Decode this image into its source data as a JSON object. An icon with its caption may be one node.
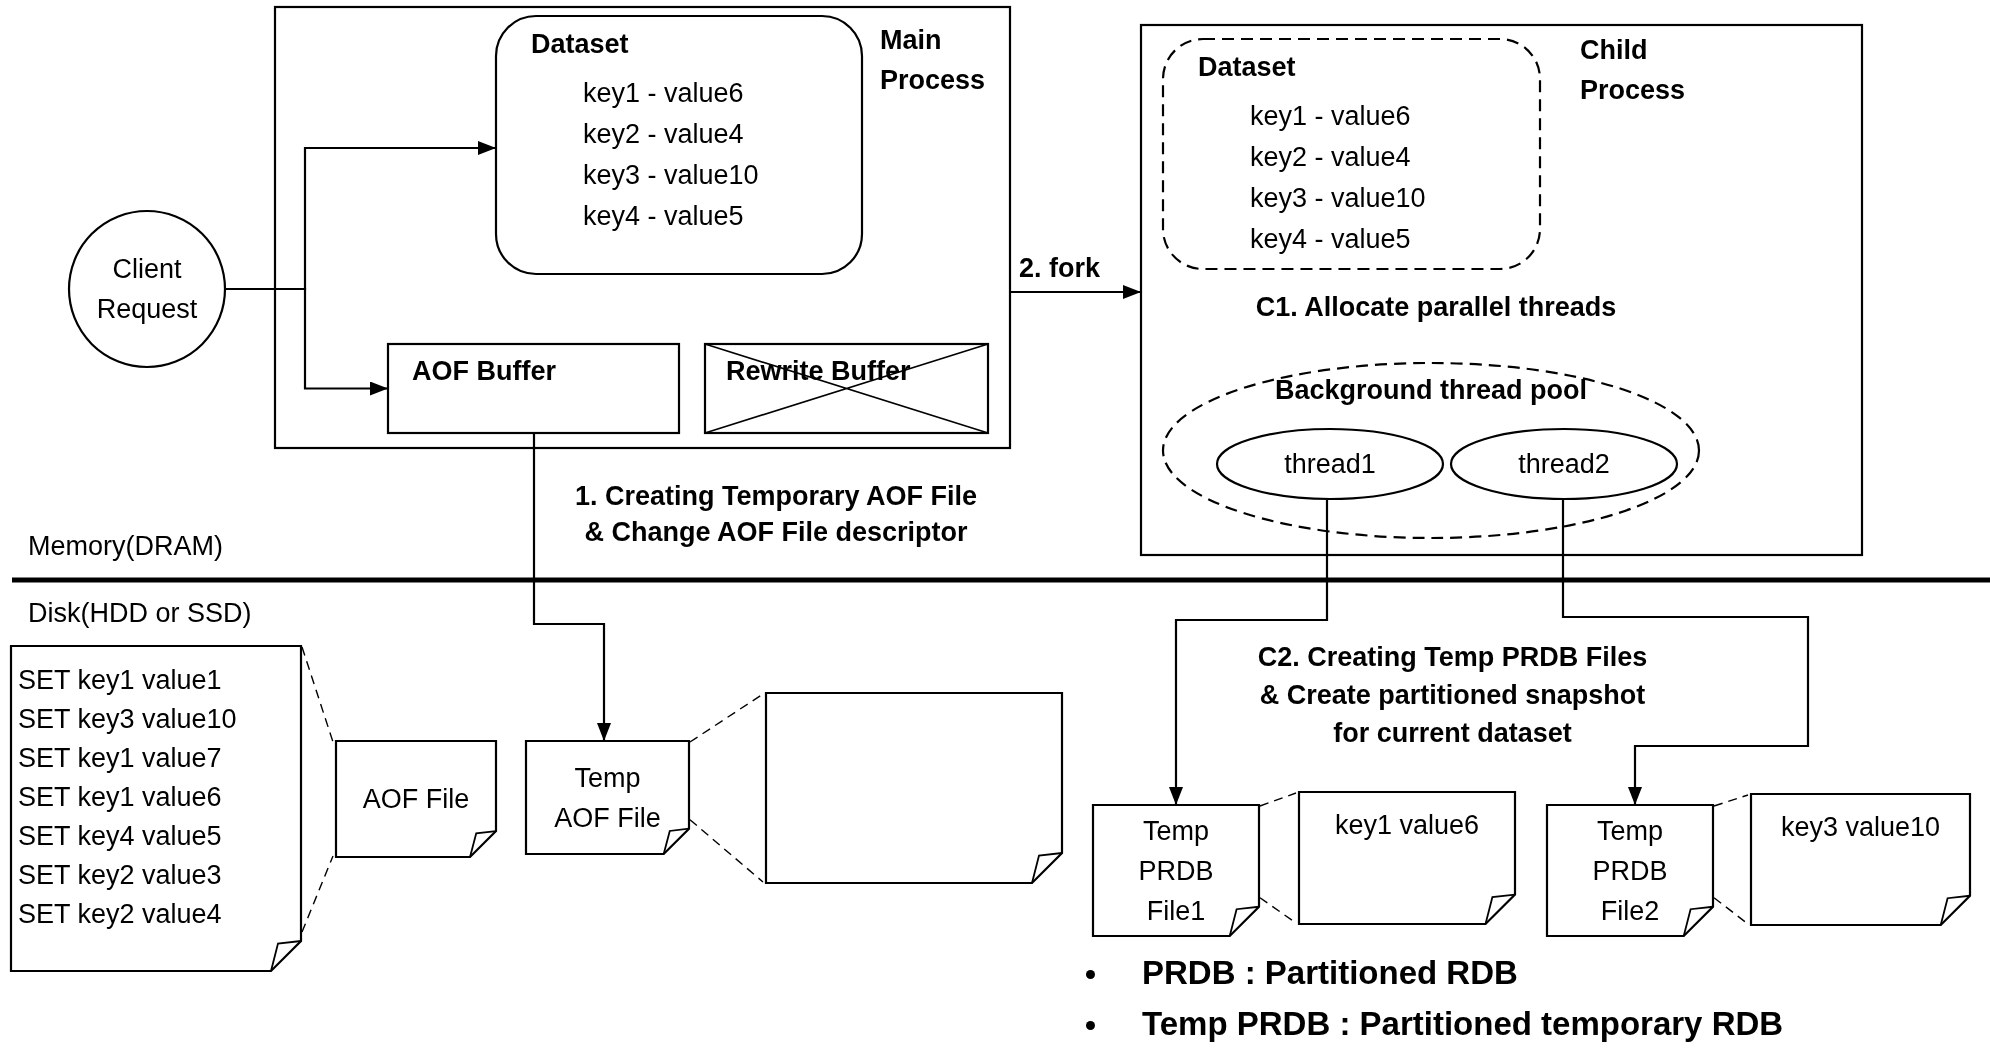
{
  "diagram": {
    "nodes": [
      {
        "text": [
          "Main Process"
        ]
      },
      {
        "text": [
          "Dataset",
          "key1 - value6",
          "key2 - value4",
          "key3 - value10",
          "key4 - value5"
        ],
        "in": 0
      },
      {
        "text": [
          "AOF Buffer"
        ],
        "in": 0
      },
      {
        "text": [
          "Rewrite Buffer"
        ],
        "in": 0
      },
      {
        "text": [
          "Client Request"
        ]
      },
      {
        "text": [
          "Child Process"
        ]
      },
      {
        "text": [
          "Dataset",
          "key1 - value6",
          "key2 - value4",
          "key3 - value10",
          "key4 - value5"
        ],
        "in": 5
      },
      {
        "text": [
          "Background thread pool"
        ],
        "in": 5
      },
      {
        "text": [
          "thread1"
        ],
        "in": 7
      },
      {
        "text": [
          "thread2"
        ],
        "in": 7
      },
      {
        "text": [
          "SET key1 value1",
          "SET key3 value10",
          "SET key1 value7",
          "SET key1 value6",
          "SET key4 value5",
          "SET key2 value3",
          "SET key2 value4"
        ]
      },
      {
        "text": [
          "AOF File"
        ]
      },
      {
        "text": [
          "Temp AOF File"
        ]
      },
      {
        "text": [],
        "shape": "document"
      },
      {
        "text": [
          "Temp PRDB File1"
        ]
      },
      {
        "text": [
          "key1 value6"
        ]
      },
      {
        "text": [
          "Temp PRDB File2"
        ]
      },
      {
        "text": [
          "key3 value10"
        ]
      }
    ],
    "edges": [
      {
        "from": 4,
        "to": 1,
        "arrow": "to"
      },
      {
        "from": 4,
        "to": 2,
        "arrow": "to"
      },
      {
        "from": 0,
        "to": 5,
        "arrow": "to",
        "label": "2. fork"
      },
      {
        "from": 2,
        "to": 12,
        "arrow": "to",
        "label": "1. Creating Temporary AOF File & Change AOF File descriptor"
      },
      {
        "from": 8,
        "to": 14,
        "arrow": "to"
      },
      {
        "from": 9,
        "to": 16,
        "arrow": "to"
      },
      {
        "from": 11,
        "to": 10,
        "arrow": "none",
        "style": "dashed"
      },
      {
        "from": 11,
        "to": 10,
        "arrow": "none",
        "style": "dashed"
      },
      {
        "from": 12,
        "to": 13,
        "arrow": "none",
        "style": "dashed"
      },
      {
        "from": 12,
        "to": 13,
        "arrow": "none",
        "style": "dashed"
      },
      {
        "from": 14,
        "to": 15,
        "arrow": "none",
        "style": "dashed"
      },
      {
        "from": 14,
        "to": 15,
        "arrow": "none",
        "style": "dashed"
      },
      {
        "from": 16,
        "to": 17,
        "arrow": "none",
        "style": "dashed"
      },
      {
        "from": 16,
        "to": 17,
        "arrow": "none",
        "style": "dashed"
      }
    ],
    "labels": [
      "C1. Allocate parallel threads",
      "Memory(DRAM)",
      "Disk(HDD or SSD)",
      "C2. Creating Temp PRDB Files & Create partitioned snapshot for current dataset",
      "PRDB : Partitioned RDB",
      "Temp PRDB : Partitioned temporary RDB"
    ]
  }
}
